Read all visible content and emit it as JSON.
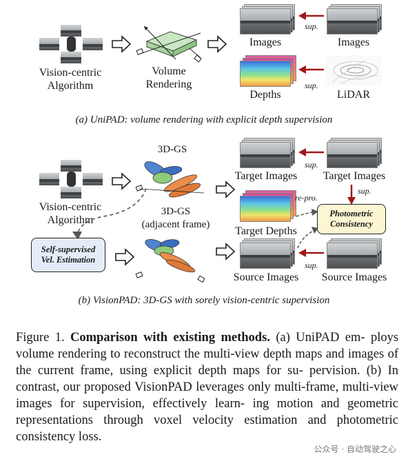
{
  "panel_a": {
    "left_label": [
      "Vision-centric",
      "Algorithm"
    ],
    "middle_label": [
      "Volume",
      "Rendering"
    ],
    "images_label": "Images",
    "images_source_label": "Images",
    "depths_label": "Depths",
    "lidar_label": "LiDAR",
    "sup_1": "sup.",
    "sup_2": "sup.",
    "caption": "(a) UniPAD: volume rendering with explicit depth supervision"
  },
  "panel_b": {
    "left_label": [
      "Vision-centric",
      "Algorithm"
    ],
    "gs_label": "3D-GS",
    "gs_adjacent_label": [
      "3D-GS",
      "(adjacent frame)"
    ],
    "target_images_label": "Target Images",
    "target_images_source_label": "Target Images",
    "target_depths_label": "Target Depths",
    "source_images_label": "Source Images",
    "source_images_source_label": "Source Images",
    "photometric_box": [
      "Photometric",
      "Consistency"
    ],
    "velocity_box": [
      "Self-supervised",
      "Vel. Estimation"
    ],
    "sup_1": "sup.",
    "sup_2": "sup.",
    "sup_3": "sup.",
    "re_pro": "re-pro.",
    "caption": "(b) VisionPAD: 3D-GS with sorely vision-centric supervision"
  },
  "figure_caption": {
    "prefix": "Figure 1.",
    "title": "Comparison with existing methods.",
    "lines": [
      "(a) UniPAD em-",
      "ploys volume rendering to reconstruct the multi-view depth maps",
      "and images of the current frame, using explicit depth maps for su-",
      "pervision. (b) In contrast, our proposed VisionPAD leverages only",
      "multi-frame, multi-view images for supervision, effectively learn-",
      "ing motion and geometric representations through voxel velocity",
      "estimation and photometric consistency loss."
    ]
  },
  "watermark": "公众号 · 自动驾驶之心",
  "colors": {
    "sup_arrow": "#a01818",
    "photometric_fill": "#fdf6d2",
    "velocity_fill": "#e3ecf7",
    "gs_blue": "#4f86d0",
    "gs_green": "#8fca7a",
    "gs_orange": "#ee8c4a"
  }
}
